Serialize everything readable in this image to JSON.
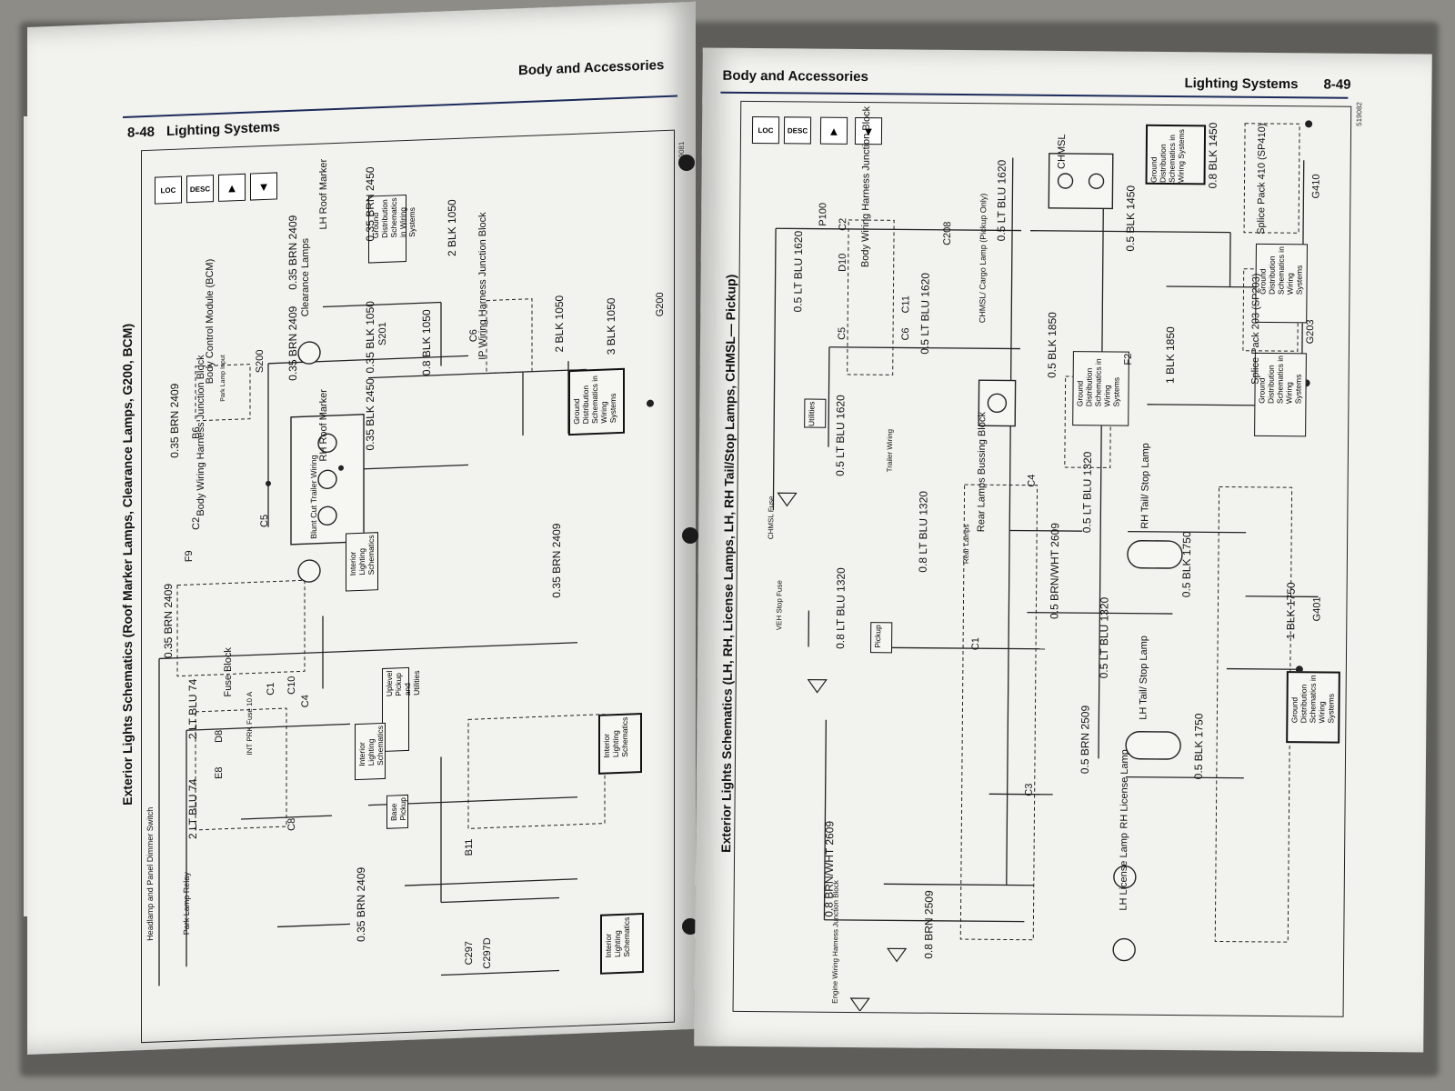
{
  "left_page": {
    "header_page": "8-48",
    "header_section": "Lighting Systems",
    "header_chapter": "Body and Accessories",
    "figure_no": "519081",
    "title": "Exterior Lights Schematics (Roof Marker Lamps, Clearance Lamps, G200, BCM)",
    "nav_buttons": [
      "LOC",
      "DESC",
      "▲",
      "▼"
    ],
    "wire_labels": [
      "0.35 BRN 2409",
      "2 LT BLU 74",
      "2 LT BLU 74",
      "0.35 BRN 2409",
      "0.35 BRN 2409",
      "0.35 BRN 2409",
      "0.35 BRN 2450",
      "0.35 BLK 2450",
      "0.35 BLK 1050",
      "0.8 BLK 1050",
      "2 BLK 1050",
      "2 BLK 1050",
      "3 BLK 1050",
      "0.35 BRN 2409",
      "0.35 BRN 2409"
    ],
    "components": [
      "Headlamp and Panel Dimmer Switch",
      "Park Lamp Relay",
      "Fuse Block",
      "INT PRK Fuse 10 A",
      "Body Wiring Harness Junction Block",
      "Body Control Module (BCM)",
      "Park Lamp Input",
      "RH Roof Marker",
      "LH Roof Marker",
      "Clearance Lamps",
      "IP Wiring Harness Junction Block",
      "S200",
      "S201",
      "G200",
      "Blunt Cut Trailer Wiring",
      "Base Pickup",
      "Uplevel Pickup and Utilities"
    ],
    "ref_boxes": [
      "Ground Distribution Schematics in Wiring Systems",
      "Ground Distribution Schematics in Wiring Systems",
      "Interior Lighting Schematics",
      "Interior Lighting Schematics",
      "Interior Lighting Schematics",
      "Interior Lighting Schematics"
    ],
    "connectors": [
      "C1",
      "C2",
      "C4",
      "C5",
      "C6",
      "C8",
      "C10",
      "D8",
      "E8",
      "F9",
      "B6",
      "B11",
      "C297",
      "C297D"
    ]
  },
  "right_page": {
    "header_chapter": "Body and Accessories",
    "header_section": "Lighting Systems",
    "header_page": "8-49",
    "figure_no": "519082",
    "title": "Exterior Lights Schematics (LH, RH, License Lamps, LH, RH Tail/Stop Lamps, CHMSL— Pickup)",
    "nav_buttons": [
      "LOC",
      "DESC",
      "▲",
      "▼"
    ],
    "wire_labels": [
      "0.5 LT BLU 1620",
      "0.5 LT BLU 1620",
      "0.5 LT BLU 1620",
      "0.5 LT BLU 1620",
      "0.8 LT BLU 1320",
      "0.8 LT BLU 1320",
      "0.5 LT BLU 1320",
      "0.5 LT BLU 1320",
      "0.5 BRN/WHT 2609",
      "0.8 BRN/WHT 2609",
      "0.5 BRN 2509",
      "0.8 BRN 2509",
      "0.5 BLK 1750",
      "0.5 BLK 1750",
      "1 BLK 1750",
      "0.5 BLK 1850",
      "1 BLK 1850",
      "0.5 BLK 1450",
      "0.8 BLK 1450"
    ],
    "components": [
      "CHMSL Fuse",
      "VEH Stop Fuse",
      "P100",
      "Body Wiring Harness Junction Block",
      "CHMSL/ Cargo Lamp (Pickup Only)",
      "CHMSL",
      "Trailer Wiring",
      "Rear Lamps",
      "Rear Lamps Bussing Block",
      "RH Tail/ Stop Lamp",
      "LH Tail/ Stop Lamp",
      "RH License Lamp",
      "LH License Lamp",
      "Engine Wiring Harness Junction Block",
      "Splice Pack 410 (SP410)",
      "Splice Pack 203 (SP203)",
      "G410",
      "G203",
      "G401",
      "Utilities",
      "Pickup"
    ],
    "ref_boxes": [
      "Ground Distribution Schematics in Wiring Systems",
      "Ground Distribution Schematics in Wiring Systems",
      "Ground Distribution Schematics in Wiring Systems",
      "Ground Distribution Schematics in Wiring Systems",
      "Ground Distribution Schematics in Wiring Systems"
    ],
    "connectors": [
      "C1",
      "C2",
      "C3",
      "C4",
      "C5",
      "C6",
      "C11",
      "C208",
      "D10",
      "F2"
    ]
  }
}
